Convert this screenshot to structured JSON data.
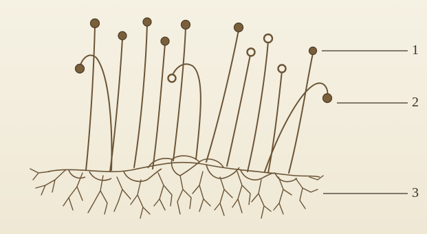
{
  "labels": [
    {
      "id": "1",
      "text": "1"
    },
    {
      "id": "2",
      "text": "2"
    },
    {
      "id": "3",
      "text": "3"
    }
  ],
  "colors": {
    "ink": "#6b5435",
    "background": "#f3eedf"
  }
}
